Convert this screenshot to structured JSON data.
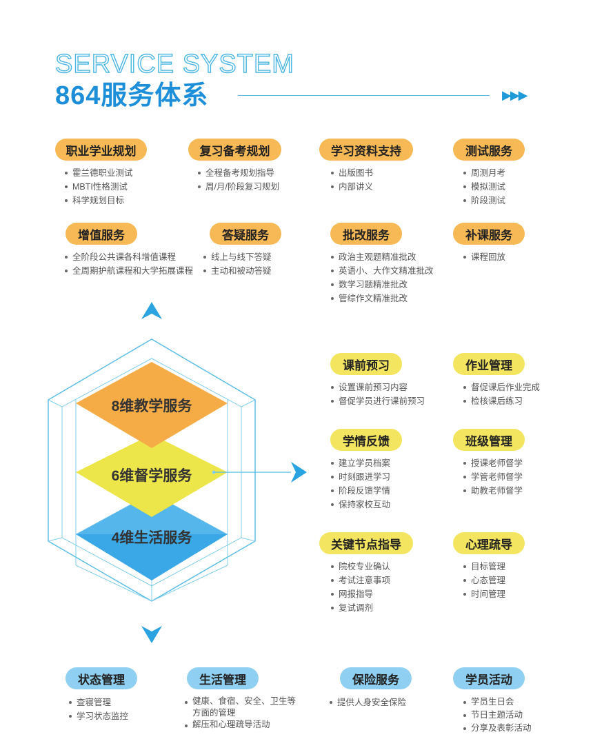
{
  "header": {
    "title_en": "SERVICE SYSTEM",
    "title_cn": "864服务体系",
    "arrows": "▶▶▶"
  },
  "teaching": [
    {
      "label": "职业学业规划",
      "items": [
        "霍兰德职业测试",
        "MBTI性格测试",
        "科学规划目标"
      ]
    },
    {
      "label": "复习备考规划",
      "items": [
        "全程备考规划指导",
        "周/月/阶段复习规划"
      ]
    },
    {
      "label": "学习资料支持",
      "items": [
        "出版图书",
        "内部讲义"
      ]
    },
    {
      "label": "测试服务",
      "items": [
        "周测月考",
        "模拟测试",
        "阶段测试"
      ]
    },
    {
      "label": "增值服务",
      "items": [
        "全阶段公共课各科增值课程",
        "全周期护航课程和大学拓展课程"
      ]
    },
    {
      "label": "答疑服务",
      "items": [
        "线上与线下答疑",
        "主动和被动答疑"
      ]
    },
    {
      "label": "批改服务",
      "items": [
        "政治主观题精准批改",
        "英语小、大作文精准批改",
        "数学习题精准批改",
        "管综作文精准批改"
      ]
    },
    {
      "label": "补课服务",
      "items": [
        "课程回放"
      ]
    }
  ],
  "supervision": [
    {
      "label": "课前预习",
      "items": [
        "设置课前预习内容",
        "督促学员进行课前预习"
      ]
    },
    {
      "label": "作业管理",
      "items": [
        "督促课后作业完成",
        "检核课后练习"
      ]
    },
    {
      "label": "学情反馈",
      "items": [
        "建立学员档案",
        "时刻跟进学习",
        "阶段反馈学情",
        "保持家校互动"
      ]
    },
    {
      "label": "班级管理",
      "items": [
        "授课老师督学",
        "学管老师督学",
        "助教老师督学"
      ]
    },
    {
      "label": "关键节点指导",
      "items": [
        "院校专业确认",
        "考试注意事项",
        "网报指导",
        "复试调剂"
      ]
    },
    {
      "label": "心理疏导",
      "items": [
        "目标管理",
        "心态管理",
        "时间管理"
      ]
    }
  ],
  "life": [
    {
      "label": "状态管理",
      "items": [
        "查寝管理",
        "学习状态监控"
      ]
    },
    {
      "label": "生活管理",
      "items": [
        "健康、食宿、安全、卫生等",
        "方面的管理",
        "解压和心理疏导活动"
      ]
    },
    {
      "label": "保险服务",
      "items": [
        "提供人身安全保险"
      ]
    },
    {
      "label": "学员活动",
      "items": [
        "学员生日会",
        "节日主题活动",
        "分享及表彰活动"
      ]
    }
  ],
  "cube": {
    "layer_top": "8维教学服务",
    "layer_mid": "6维督学服务",
    "layer_bottom": "4维生活服务"
  },
  "colors": {
    "orange": "#f7b956",
    "yellow": "#f3e55f",
    "blue": "#8fd0f2",
    "accent": "#1d8fd9"
  }
}
